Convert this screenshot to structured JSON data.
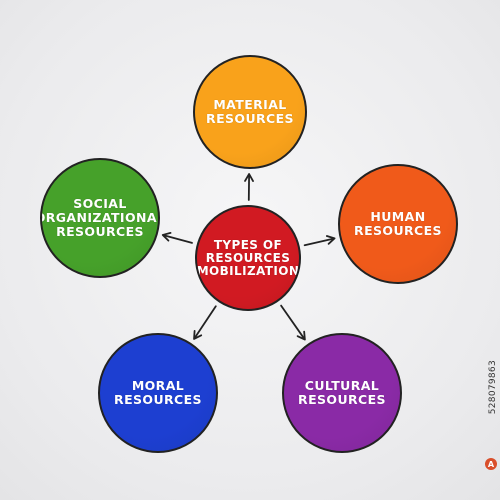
{
  "diagram": {
    "center": {
      "label": "TYPES OF\nRESOURCES\nMOBILIZATION",
      "color": "#d11a22"
    },
    "nodes": [
      {
        "id": "material",
        "label": "MATERIAL\nRESOURCES",
        "color": "#f9a21b"
      },
      {
        "id": "human",
        "label": "HUMAN\nRESOURCES",
        "color": "#f05a1a"
      },
      {
        "id": "cultural",
        "label": "CULTURAL\nRESOURCES",
        "color": "#8a2aa6"
      },
      {
        "id": "moral",
        "label": "MORAL\nRESOURCES",
        "color": "#1d3fd1"
      },
      {
        "id": "social",
        "label": "SOCIAL\nORGANIZATIONAL\nRESOURCES",
        "color": "#46a12a"
      }
    ],
    "edges": [
      {
        "from": "center",
        "to": "material"
      },
      {
        "from": "center",
        "to": "human"
      },
      {
        "from": "center",
        "to": "cultural"
      },
      {
        "from": "center",
        "to": "moral"
      },
      {
        "from": "center",
        "to": "social"
      }
    ]
  },
  "stock_id": "528079863"
}
